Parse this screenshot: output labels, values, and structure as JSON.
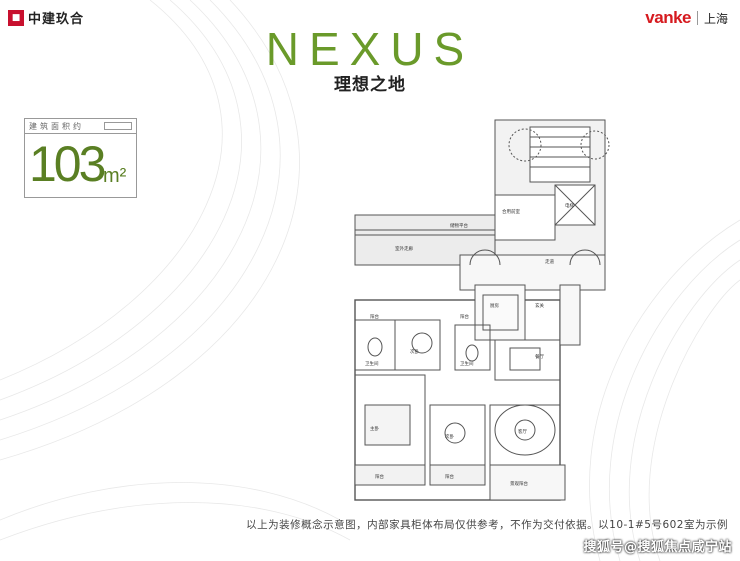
{
  "brand": {
    "developer": "中建玖合",
    "partner": "vanke",
    "city": "上海"
  },
  "project": {
    "name": "NEXUS",
    "slogan": "理想之地"
  },
  "area": {
    "label": "建筑面积约",
    "value": "103",
    "unit": "m²"
  },
  "rooms": {
    "storage_top": "储物平台",
    "corridor": "室外走廊",
    "multi_room": "合用前室",
    "elevator": "电梯",
    "lobby": "走道",
    "kitchen": "厨房",
    "entry": "玄关",
    "balcony1": "阳台",
    "bedroom2": "次卧",
    "balcony2": "阳台",
    "bath1": "卫生间",
    "bath2": "卫生间",
    "dining": "餐厅",
    "master": "主卧",
    "bedroom3": "次卧",
    "living": "客厅",
    "balcony3": "阳台",
    "balcony4": "阳台",
    "living_balcony": "景观阳台"
  },
  "disclaimer": "以上为装修概念示意图，内部家具柜体布局仅供参考，不作为交付依据。以10-1#5号602室为示例",
  "watermark": "搜狐号@搜狐焦点咸宁站"
}
